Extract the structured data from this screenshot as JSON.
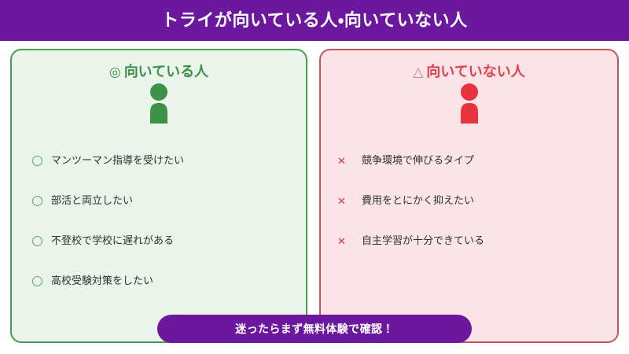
{
  "header": {
    "title": "トライが向いている人・向いていない人",
    "background_color": "#6B189E",
    "text_color": "#FFFFFF"
  },
  "panels": {
    "good": {
      "mark": "◎",
      "heading": "向いている人",
      "icon_name": "person-icon",
      "accent_color": "#3E9148",
      "border_color": "#4A9A52",
      "background_color": "#EAF4EB",
      "marker_type": "circle",
      "items": [
        {
          "marker": "○",
          "text": "マンツーマン指導を受けたい"
        },
        {
          "marker": "○",
          "text": "部活と両立したい"
        },
        {
          "marker": "○",
          "text": "不登校で学校に遅れがある"
        },
        {
          "marker": "○",
          "text": "高校受験対策をしたい"
        }
      ]
    },
    "bad": {
      "mark": "△",
      "heading": "向いていない人",
      "icon_name": "person-icon",
      "accent_color": "#E0404C",
      "border_color": "#C4545C",
      "background_color": "#FBE4E8",
      "marker_type": "cross",
      "items": [
        {
          "marker": "✕",
          "text": "競争環境で伸びるタイプ"
        },
        {
          "marker": "✕",
          "text": "費用をとにかく抑えたい"
        },
        {
          "marker": "✕",
          "text": "自主学習が十分できている"
        }
      ]
    }
  },
  "cta": {
    "label": "迷ったらまず無料体験で確認！",
    "background_color": "#6B189E",
    "text_color": "#FFFFFF"
  }
}
